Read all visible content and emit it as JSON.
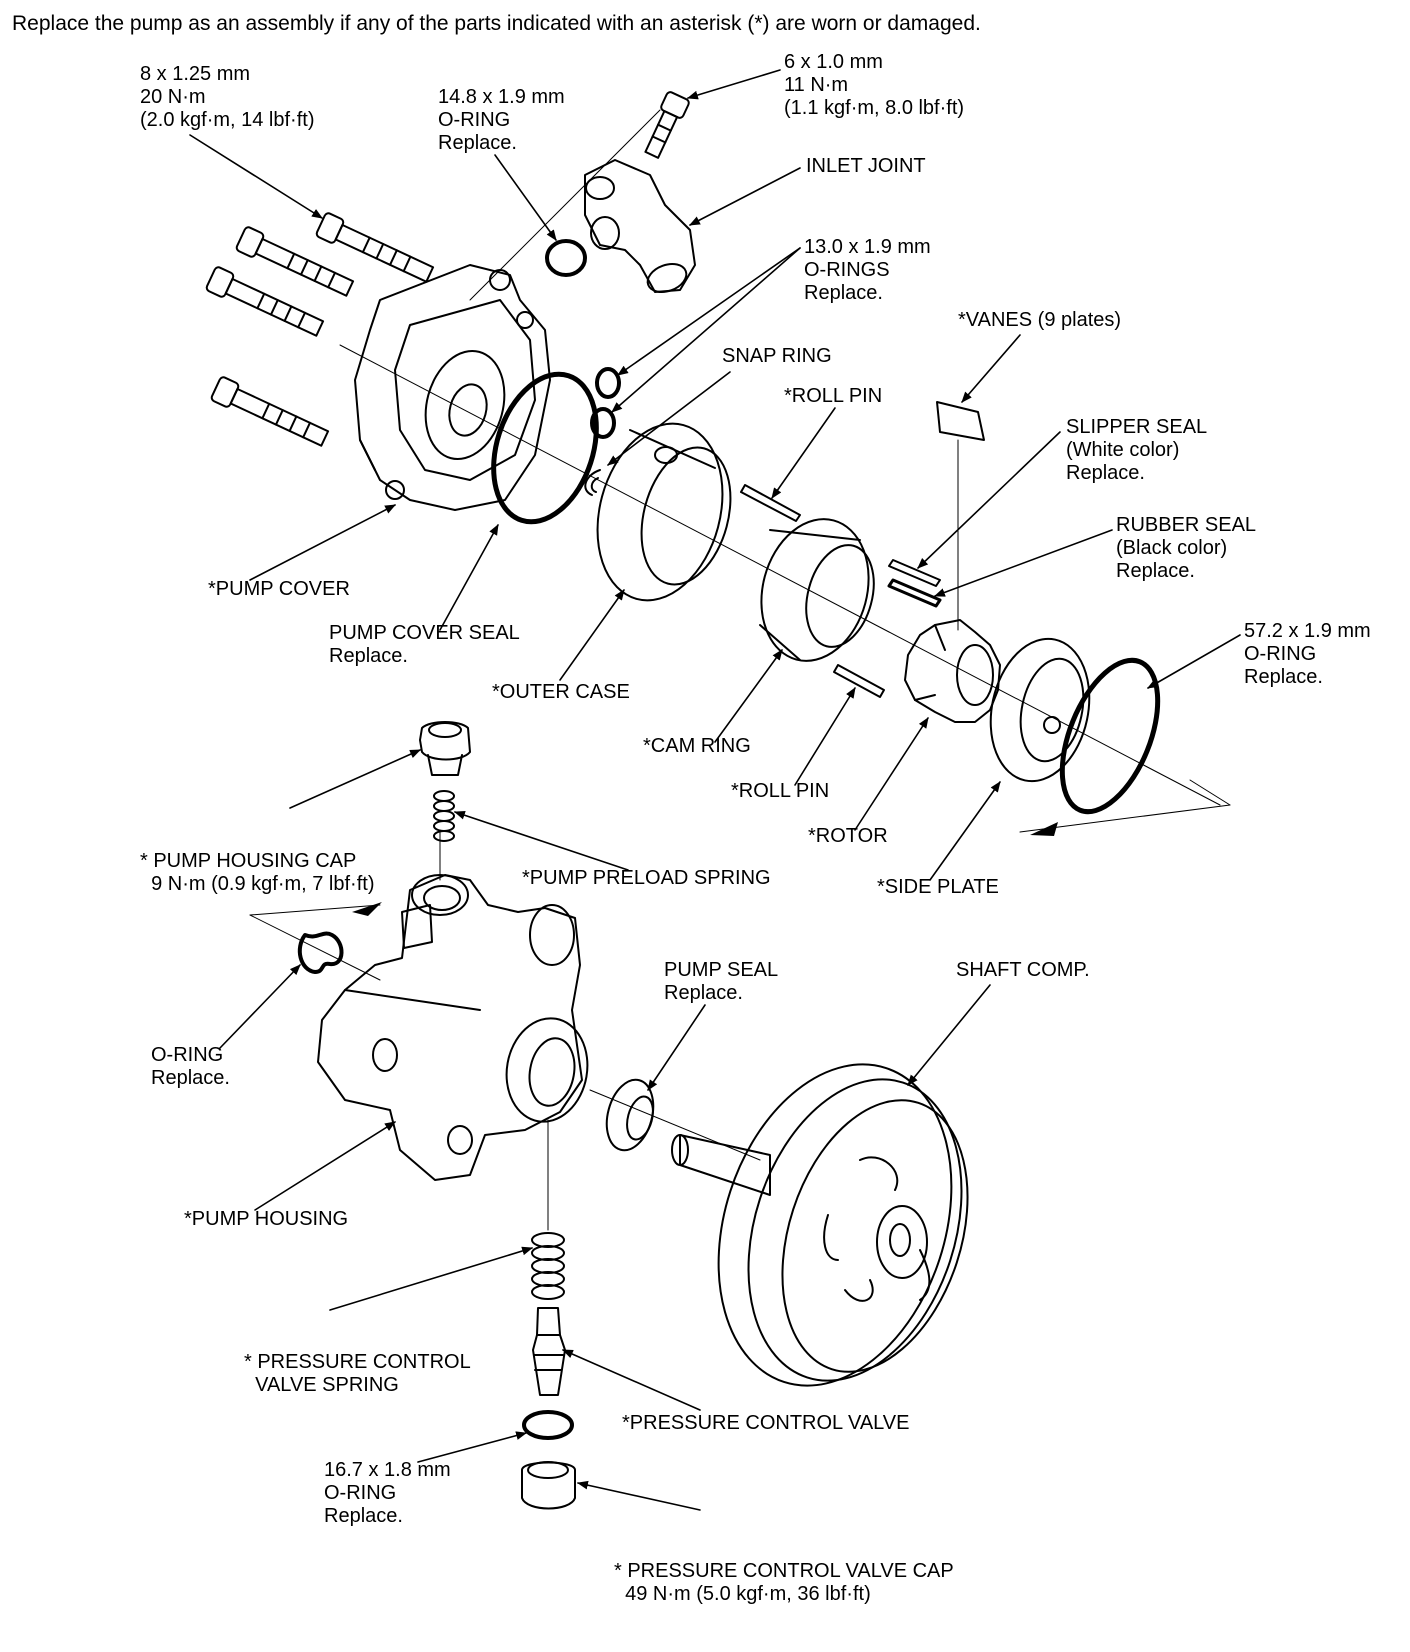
{
  "note": "Replace the pump as an assembly if any of the parts indicated with an asterisk (*) are worn or damaged.",
  "callouts": {
    "bolt_8": [
      "8 x 1.25 mm",
      "20 N·m",
      "(2.0 kgf·m, 14 lbf·ft)"
    ],
    "oring_14": [
      "14.8 x 1.9 mm",
      "O-RING",
      "Replace."
    ],
    "bolt_6": [
      "6 x 1.0 mm",
      "11 N·m",
      "(1.1 kgf·m, 8.0 lbf·ft)"
    ],
    "inlet_joint": [
      "INLET JOINT"
    ],
    "orings_13": [
      "13.0 x 1.9 mm",
      "O-RINGS",
      "Replace."
    ],
    "vanes": [
      "*VANES (9 plates)"
    ],
    "snap_ring": [
      "SNAP RING"
    ],
    "roll_pin_top": [
      "*ROLL PIN"
    ],
    "slipper_seal": [
      "SLIPPER SEAL",
      "(White color)",
      "Replace."
    ],
    "rubber_seal": [
      "RUBBER SEAL",
      "(Black color)",
      "Replace."
    ],
    "pump_cover": [
      "*PUMP COVER"
    ],
    "pump_cover_seal": [
      "PUMP COVER SEAL",
      "Replace."
    ],
    "outer_case": [
      "*OUTER CASE"
    ],
    "oring_57": [
      "57.2 x 1.9 mm",
      "O-RING",
      "Replace."
    ],
    "cam_ring": [
      "*CAM RING"
    ],
    "roll_pin_bottom": [
      "*ROLL PIN"
    ],
    "rotor": [
      "*ROTOR"
    ],
    "side_plate": [
      "*SIDE PLATE"
    ],
    "housing_cap": [
      "* PUMP HOUSING CAP",
      "  9 N·m (0.9 kgf·m, 7 lbf·ft)"
    ],
    "preload_spring": [
      "*PUMP PRELOAD SPRING"
    ],
    "oring_housing": [
      "O-RING",
      "Replace."
    ],
    "pump_seal": [
      "PUMP SEAL",
      "Replace."
    ],
    "shaft_comp": [
      "SHAFT COMP."
    ],
    "pump_housing": [
      "*PUMP HOUSING"
    ],
    "pcv_spring": [
      "* PRESSURE CONTROL",
      "  VALVE SPRING"
    ],
    "pcv": [
      "*PRESSURE CONTROL VALVE"
    ],
    "oring_16": [
      "16.7 x 1.8 mm",
      "O-RING",
      "Replace."
    ],
    "pcv_cap": [
      "* PRESSURE CONTROL VALVE CAP",
      "  49 N·m (5.0 kgf·m, 36 lbf·ft)"
    ]
  }
}
